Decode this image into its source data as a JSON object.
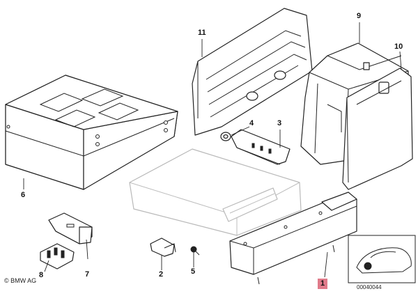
{
  "diagram": {
    "labels": [
      {
        "id": "1",
        "text": "1",
        "selected": true
      },
      {
        "id": "2",
        "text": "2"
      },
      {
        "id": "3",
        "text": "3"
      },
      {
        "id": "4",
        "text": "4"
      },
      {
        "id": "5",
        "text": "5"
      },
      {
        "id": "6",
        "text": "6"
      },
      {
        "id": "7",
        "text": "7"
      },
      {
        "id": "8",
        "text": "8"
      },
      {
        "id": "9",
        "text": "9"
      },
      {
        "id": "10",
        "text": "10"
      },
      {
        "id": "11",
        "text": "11"
      }
    ],
    "copyright": "© BMW AG",
    "document_number": "00040044",
    "highlight_color": "#e07a8a"
  }
}
